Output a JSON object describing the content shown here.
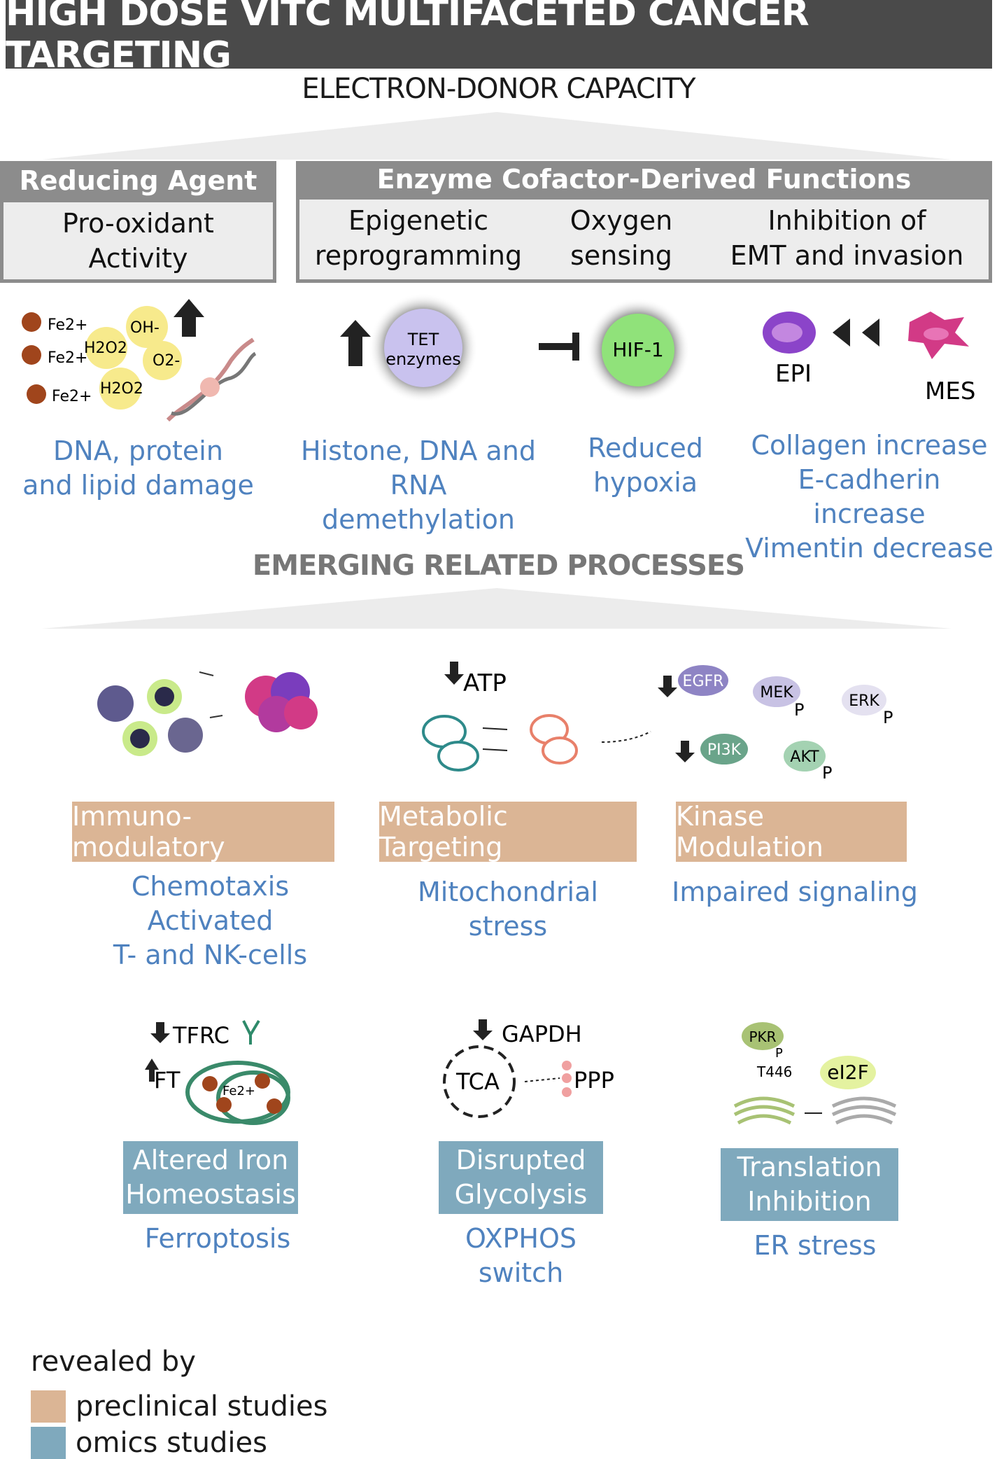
{
  "title": "HIGH DOSE VITC MULTIFACETED CANCER TARGETING",
  "subtitle": "ELECTRON-DONOR CAPACITY",
  "reducing": {
    "header": "Reducing Agent",
    "line1": "Pro-oxidant",
    "line2": "Activity",
    "icons": {
      "fe": "Fe2+",
      "h2o2": "H2O2",
      "oh": "OH-",
      "o2": "O2-"
    },
    "effect1": "DNA, protein",
    "effect2": "and lipid damage"
  },
  "cofactor": {
    "header": "Enzyme Cofactor-Derived Functions",
    "epigenetic": {
      "line1": "Epigenetic",
      "line2": "reprogramming",
      "icon_line1": "TET",
      "icon_line2": "enzymes",
      "effect1": "Histone, DNA and",
      "effect2": "RNA demethylation"
    },
    "oxygen": {
      "line1": "Oxygen",
      "line2": "sensing",
      "icon": "HIF-1",
      "effect1": "Reduced",
      "effect2": "hypoxia"
    },
    "emt": {
      "line1": "Inhibition of",
      "line2": "EMT and invasion",
      "epi": "EPI",
      "mes": "MES",
      "effect1": "Collagen increase",
      "effect2": "E-cadherin increase",
      "effect3": "Vimentin decrease"
    }
  },
  "emerging_title": "EMERGING RELATED PROCESSES",
  "row1": {
    "immuno": {
      "box": "Immuno-modulatory",
      "line1": "Chemotaxis",
      "line2": "Activated",
      "line3": "T- and NK-cells"
    },
    "metabolic": {
      "box": "Metabolic Targeting",
      "line1": "Mitochondrial",
      "line2": "stress",
      "atp": "ATP"
    },
    "kinase": {
      "box": "Kinase Modulation",
      "line1": "Impaired signaling",
      "egfr": "EGFR",
      "mek": "MEK",
      "erk": "ERK",
      "pi3k": "PI3K",
      "akt": "AKT",
      "p": "P"
    }
  },
  "row2": {
    "iron": {
      "box1": "Altered Iron",
      "box2": "Homeostasis",
      "effect": "Ferroptosis",
      "tfrc": "TFRC",
      "ft": "FT",
      "fe": "Fe2+"
    },
    "glyco": {
      "box1": "Disrupted",
      "box2": "Glycolysis",
      "effect1": "OXPHOS",
      "effect2": "switch",
      "gapdh": "GAPDH",
      "tca": "TCA",
      "ppp": "PPP"
    },
    "translation": {
      "box1": "Translation",
      "box2": "Inhibition",
      "effect": "ER stress",
      "pkr": "PKR",
      "p": "P",
      "t446": "T446",
      "ei2f": "eI2F"
    }
  },
  "legend": {
    "title": "revealed by",
    "items": [
      {
        "label": "preclinical studies",
        "color": "#dbb595"
      },
      {
        "label": "omics studies",
        "color": "#7fa9bd"
      }
    ]
  },
  "colors": {
    "banner": "#4a4a4a",
    "panel": "#8c8c8c",
    "effect_text": "#4f82bf",
    "tan": "#dbb595",
    "teal": "#7fa9bd"
  }
}
